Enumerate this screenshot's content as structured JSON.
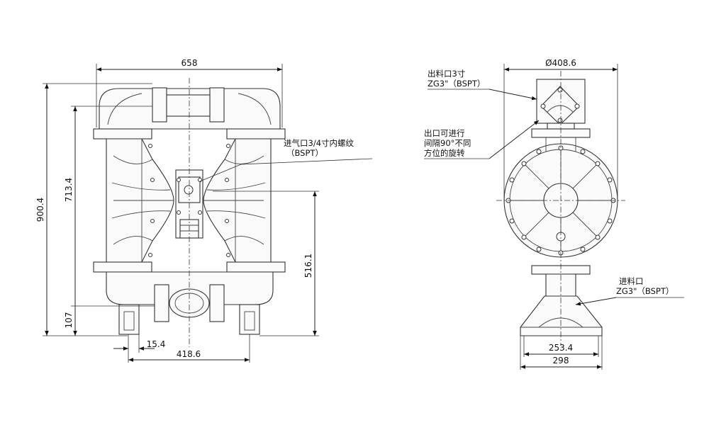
{
  "front_view": {
    "dims": {
      "overall_width": "658",
      "overall_height": "900.4",
      "inner_height": "713.4",
      "outlet_height": "516.1",
      "base_height": "107",
      "foot_offset": "15.4",
      "foot_span": "418.6"
    },
    "air_inlet_note": {
      "line1": "进气口3/4寸内螺纹",
      "line2": "（BSPT）"
    }
  },
  "side_view": {
    "dims": {
      "diameter": "Ø408.6",
      "base_inner": "253.4",
      "base_outer": "298"
    },
    "outlet_note": {
      "line1": "出料口3寸",
      "line2": "ZG3\"（BSPT）"
    },
    "rotation_note": {
      "line1": "出口可进行",
      "line2": "间隔90°不同",
      "line3": "方位的旋转"
    },
    "inlet_note": {
      "line1": "进料口",
      "line2": "ZG3\"（BSPT）"
    }
  }
}
